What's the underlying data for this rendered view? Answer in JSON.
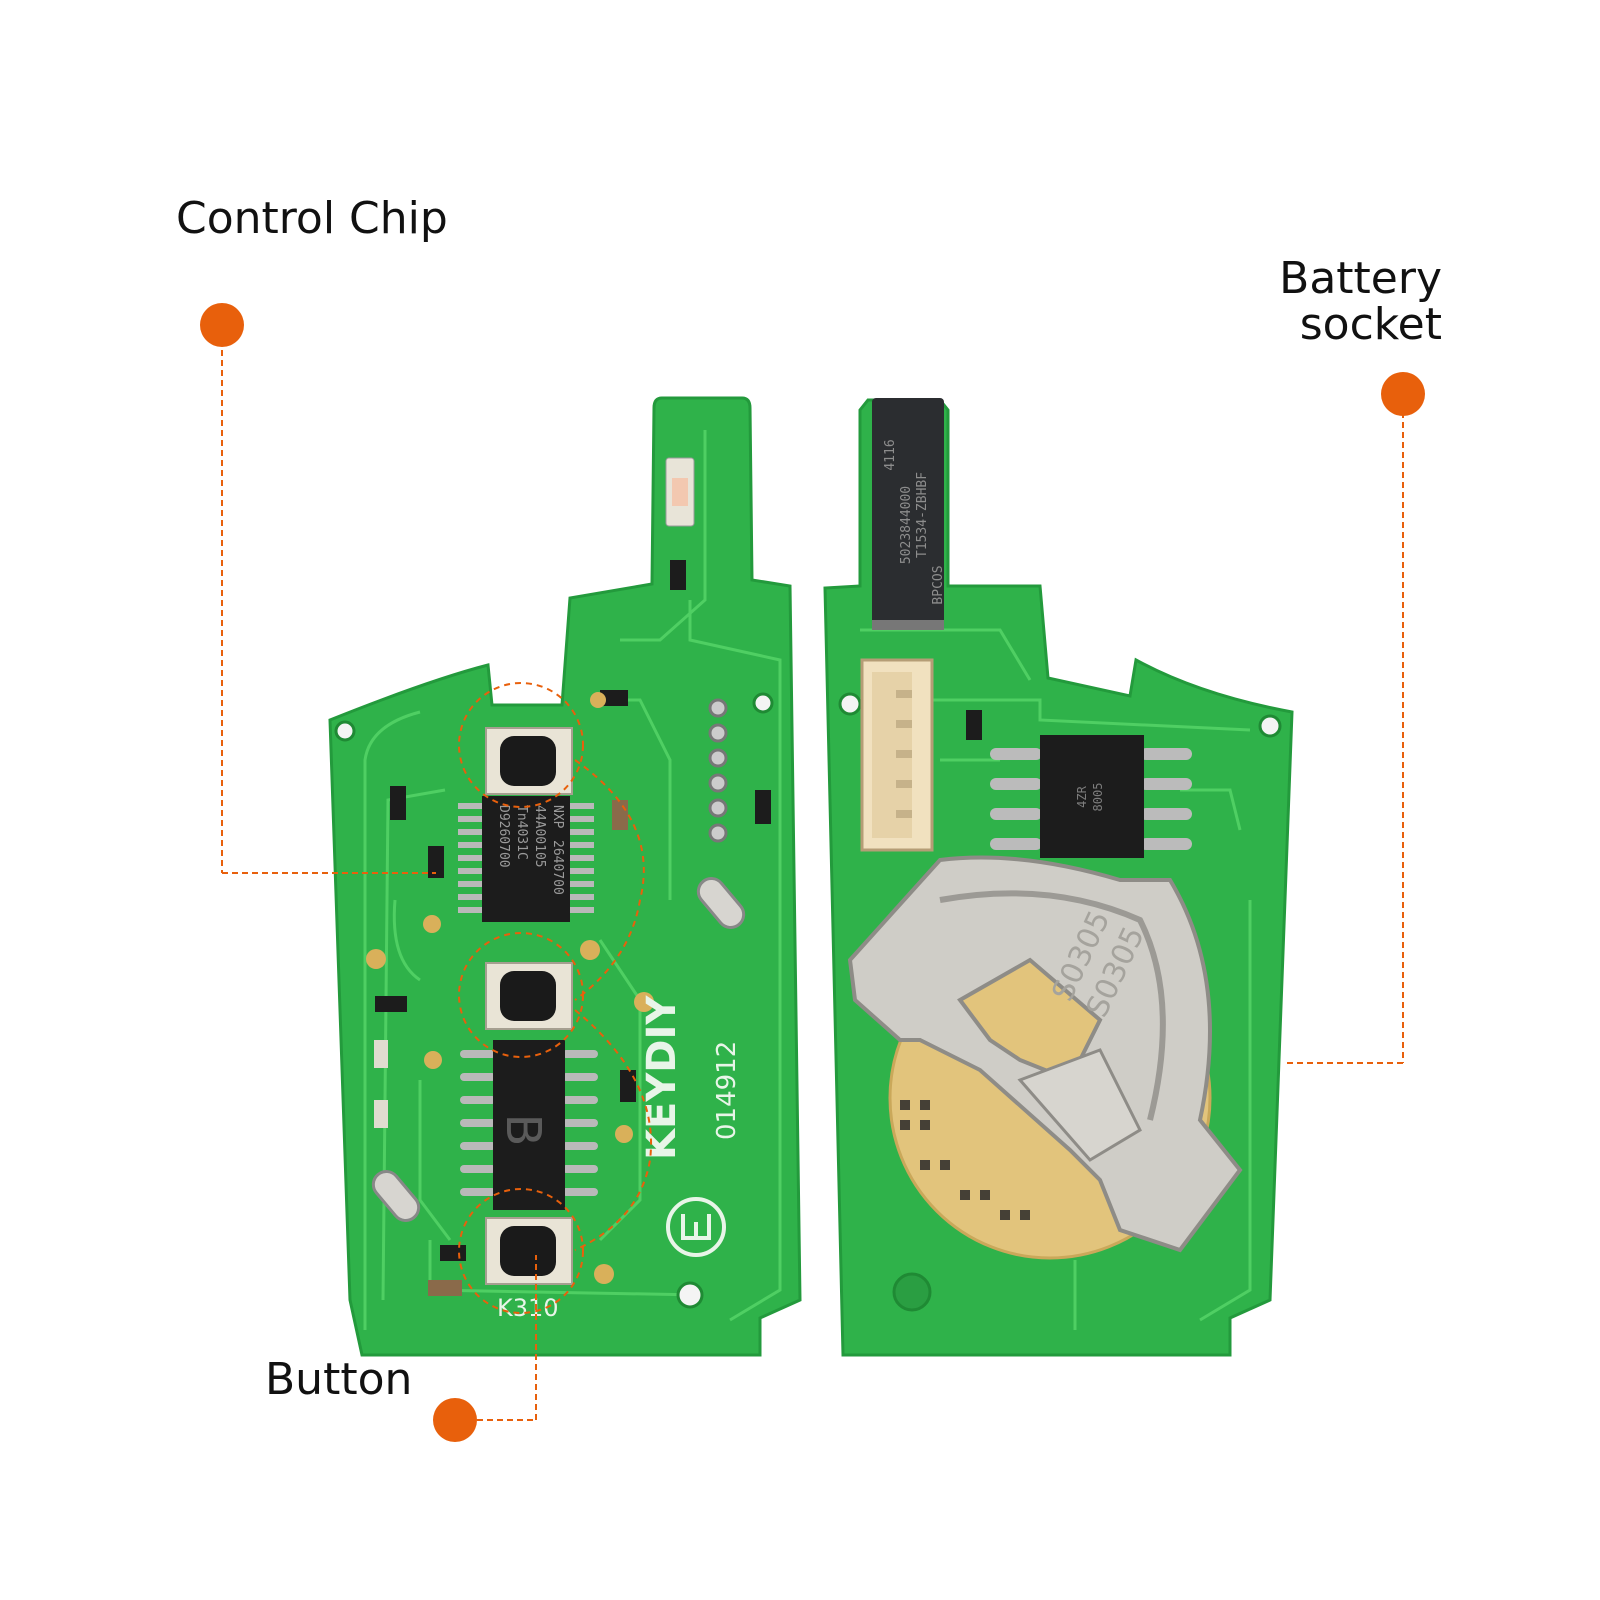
{
  "callouts": {
    "control_chip": "Control Chip",
    "battery_socket_line1": "Battery",
    "battery_socket_line2": "socket",
    "button": "Button"
  },
  "board_marks": {
    "brand": "KEYDIY",
    "serial": "014912",
    "model": "K310",
    "chip_letter": "B",
    "ic_line1": "NXP",
    "ic_line2": "2640700",
    "ic_line3": "44A00105",
    "ic_line4": "Tn4031C",
    "ic_line5": "D9260700",
    "transponder_line1": "4116",
    "transponder_line2": "5023844000",
    "transponder_line3": "T1534-ZBHBF",
    "transponder_line4": "BPCOS",
    "eeprom_line1": "4ZR",
    "eeprom_line2": "8005",
    "battery_line1": "S0305",
    "battery_line2": "S0305"
  },
  "colors": {
    "accent": "#e8600c",
    "pcb_green": "#2fb24a",
    "pcb_dark": "#1f9a3a",
    "trace": "#4fcf63",
    "metal": "#c9c7c2",
    "chip": "#1c1c1c"
  },
  "icons": [
    "callout-dot-icon",
    "tactile-button-icon",
    "ic-chip-icon",
    "battery-clip-icon",
    "w-logo-icon"
  ]
}
